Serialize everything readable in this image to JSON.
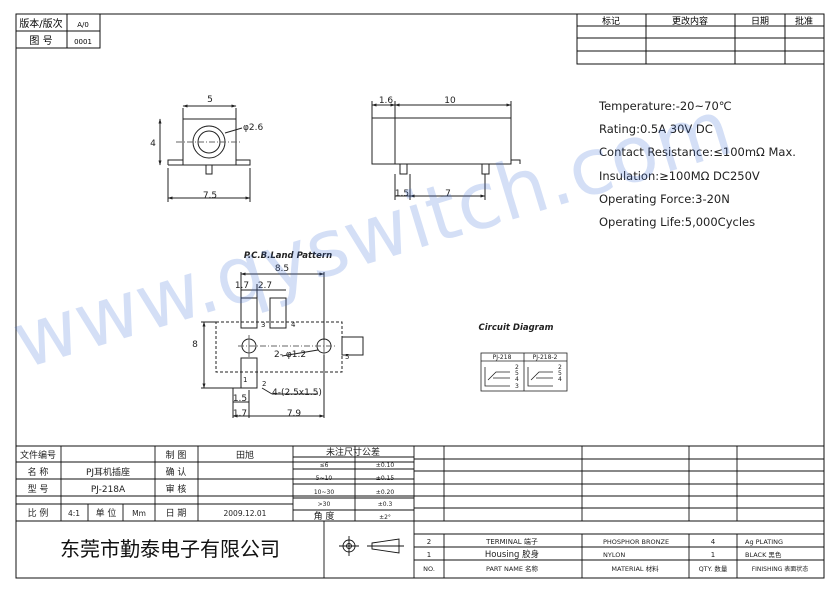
{
  "header": {
    "version_label": "版本/版次",
    "version_value": "A/0",
    "drawing_no_label": "图 号",
    "drawing_no_value": "0001"
  },
  "revision_table": {
    "headers": [
      "标记",
      "更改内容",
      "日期",
      "批准"
    ]
  },
  "specs": [
    "Temperature:-20~70℃",
    "Rating:0.5A 30V DC",
    "Contact Resistance:≤100mΩ Max.",
    "Insulation:≥100MΩ DC250V",
    "Operating Force:3-20N",
    "Operating Life:5,000Cycles"
  ],
  "watermark": "www.qyswitch.com",
  "front_view": {
    "dim_width": "5",
    "dim_height": "4",
    "dim_hole": "φ2.6",
    "dim_base": "7.5"
  },
  "side_view": {
    "dim_a": "1.6",
    "dim_b": "10",
    "dim_c": "1.5",
    "dim_d": "7"
  },
  "pcb": {
    "title": "P.C.B.Land Pattern",
    "dim_total": "8.5",
    "dim_a": "1.7",
    "dim_b": "2.7",
    "dim_height": "8",
    "hole_label": "2- φ1.2",
    "slot_label": "4-(2.5x1.5)",
    "dim_c": "1.5",
    "dim_d": "1.7",
    "dim_e": "7.9",
    "pin_1": "1",
    "pin_2": "2",
    "pin_3": "3",
    "pin_4": "4",
    "pin_5": "5"
  },
  "circuit": {
    "title": "Circuit Diagram",
    "label_a": "PJ-218",
    "label_b": "PJ-218-2",
    "pins_a": [
      "2",
      "5",
      "4",
      "3"
    ],
    "pins_b": [
      "2",
      "5",
      "4"
    ]
  },
  "title_block": {
    "file_no_label": "文件编号",
    "name_label": "名 称",
    "name_value": "PJ耳机插座",
    "model_label": "型 号",
    "model_value": "PJ-218A",
    "scale_label": "比 例",
    "scale_value": "4:1",
    "unit_label": "单 位",
    "unit_value": "Mm",
    "drawn_label": "制 图",
    "drawn_value": "田旭",
    "confirm_label": "确 认",
    "review_label": "审 核",
    "date_label": "日 期",
    "date_value": "2009.12.01",
    "tolerance_title": "未注尺寸公差",
    "tolerance_rows": [
      {
        "range": "≤6",
        "tol": "±0.10"
      },
      {
        "range": "5~10",
        "tol": "±0.15"
      },
      {
        "range": "10~30",
        "tol": "±0.20"
      },
      {
        "range": ">30",
        "tol": "±0.3"
      },
      {
        "range": "角 度",
        "tol": "±2°"
      }
    ],
    "company": "东莞市勤泰电子有限公司"
  },
  "parts": {
    "rows": [
      {
        "no": "2",
        "name": "TERMINAL 端子",
        "material": "PHOSPHOR BRONZE",
        "qty": "4",
        "finish": "Ag PLATING"
      },
      {
        "no": "1",
        "name": "Housing 胶身",
        "material": "NYLON",
        "qty": "1",
        "finish": "BLACK 黑色"
      }
    ],
    "headers": {
      "no": "NO.",
      "name": "PART NAME 名称",
      "material": "MATERIAL 材料",
      "qty": "QTY. 数量",
      "finish": "FINISHING 表面状态"
    }
  }
}
